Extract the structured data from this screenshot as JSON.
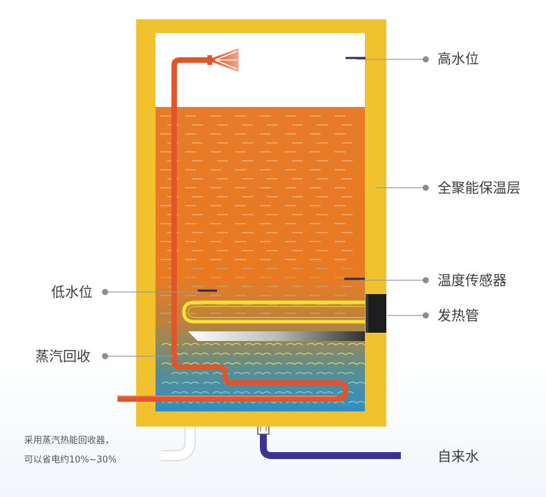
{
  "labels": {
    "high_water_level": "高水位",
    "insulation_layer": "全聚能保温层",
    "temp_sensor": "温度传感器",
    "heating_tube": "发热管",
    "low_water_level": "低水位",
    "steam_recovery": "蒸汽回收",
    "tap_water": "自来水"
  },
  "note": {
    "line1": "采用蒸汽热能回收器，",
    "line2": "可以省电约10%~30%"
  },
  "colors": {
    "insulation": "#f2c12e",
    "hot_water": "#e87b28",
    "cold_water": "#2f8fc6",
    "steam_pipe": "#e2552a",
    "heater_coil": "#f6e33a",
    "inlet_pipe": "#3b3394",
    "leader_line": "#9a9a9a"
  }
}
